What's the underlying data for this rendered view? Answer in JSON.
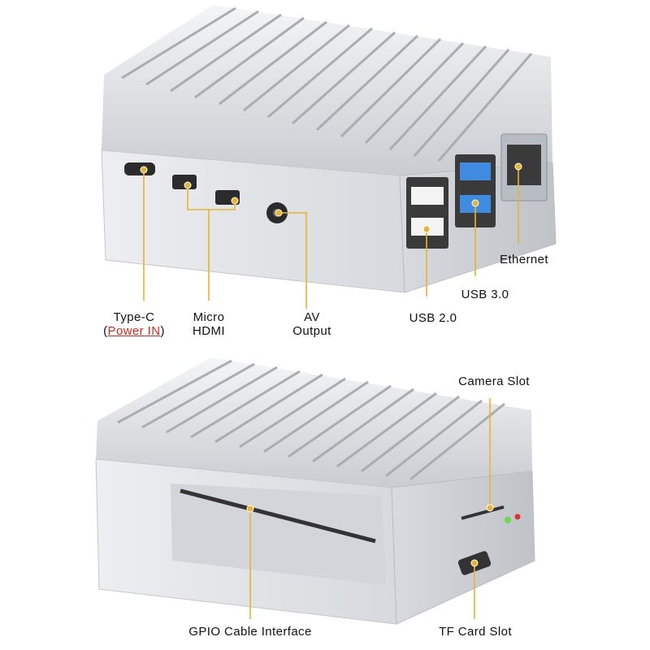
{
  "accent_color": "#e8b52a",
  "labels": {
    "type_c_line1": "Type-C",
    "type_c_paren_open": "(",
    "type_c_power_in": "Power IN",
    "type_c_paren_close": ")",
    "micro_hdmi_line1": "Micro",
    "micro_hdmi_line2": "HDMI",
    "av_line1": "AV",
    "av_line2": "Output",
    "usb2": "USB 2.0",
    "usb3": "USB 3.0",
    "ethernet": "Ethernet",
    "camera_slot": "Camera Slot",
    "gpio": "GPIO Cable Interface",
    "tf_card": "TF Card Slot"
  }
}
